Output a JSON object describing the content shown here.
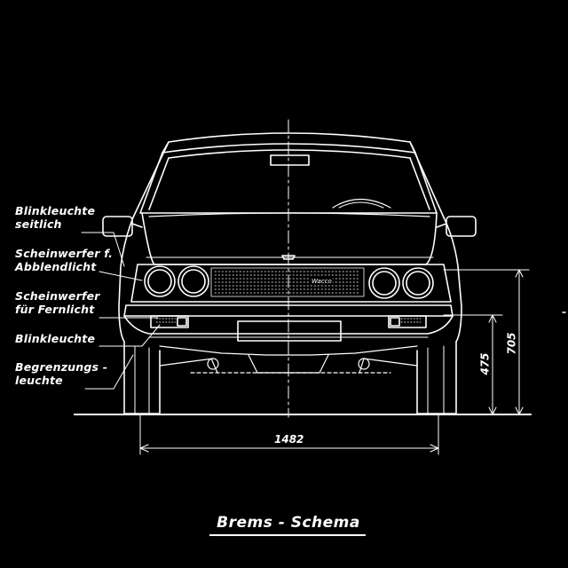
{
  "labels": {
    "side_indicator_line1": "Blinkleuchte",
    "side_indicator_line2": "seitlich",
    "low_beam_line1": "Scheinwerfer f.",
    "low_beam_line2": "Abblendlicht",
    "high_beam_line1": "Scheinwerfer",
    "high_beam_line2": "für Fernlicht",
    "indicator": "Blinkleuchte",
    "position_lamp_line1": "Begrenzungs -",
    "position_lamp_line2": "leuchte"
  },
  "dimensions": {
    "track_width": "1482",
    "lamp_height": "475",
    "headlamp_height": "705"
  },
  "badge_text": "Wacco",
  "caption": "Brems - Schema",
  "colors": {
    "background": "#000000",
    "lines": "#ffffff"
  }
}
